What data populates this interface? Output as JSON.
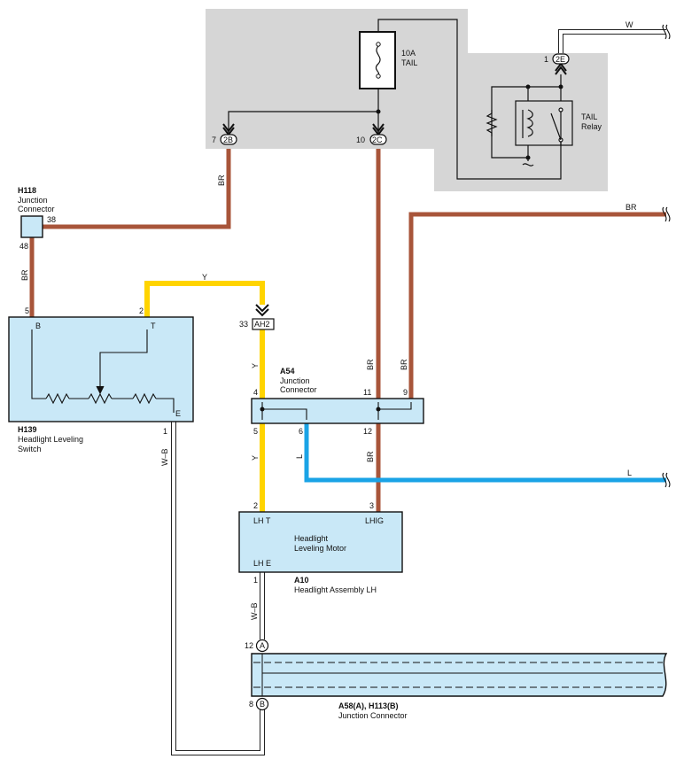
{
  "colors": {
    "brown": "#a8553a",
    "yellow": "#ffd400",
    "blue": "#1aa3e6",
    "box_fill": "#c9e8f7",
    "relay_area": "#d6d6d6",
    "white_wire": "#ffffff"
  },
  "fuse": {
    "line1": "10A",
    "line2": "TAIL"
  },
  "relay": {
    "line1": "TAIL",
    "line2": "Relay"
  },
  "connectors": {
    "c2b": {
      "pin": "7",
      "code": "2B"
    },
    "c2c": {
      "pin": "10",
      "code": "2C"
    },
    "c2e": {
      "pin": "1",
      "code": "2E"
    },
    "ah2": {
      "pin": "33",
      "code": "AH2"
    }
  },
  "h118": {
    "id": "H118",
    "line1": "Junction",
    "line2": "Connector",
    "pin_top": "38",
    "pin_bottom": "48"
  },
  "h139": {
    "id": "H139",
    "line1": "Headlight Leveling",
    "line2": "Switch",
    "pin_b_num": "5",
    "pin_b": "B",
    "pin_t_num": "2",
    "pin_t": "T",
    "pin_e": "E",
    "pin_e_num": "1"
  },
  "a54": {
    "id": "A54",
    "line1": "Junction",
    "line2": "Connector",
    "pin4": "4",
    "pin11": "11",
    "pin9": "9",
    "pin5": "5",
    "pin6": "6",
    "pin12": "12"
  },
  "a10": {
    "id": "A10",
    "desc": "Headlight Assembly LH",
    "title1": "Headlight",
    "title2": "Leveling Motor",
    "pin_lht_num": "2",
    "pin_lht": "LH T",
    "pin_lhig_num": "3",
    "pin_lhig": "LHIG",
    "pin_lhe": "LH E",
    "pin_lhe_num": "1"
  },
  "junction": {
    "id": "A58(A), H113(B)",
    "desc": "Junction Connector",
    "pin_a_num": "12",
    "pin_a": "A",
    "pin_b_num": "8",
    "pin_b": "B"
  },
  "wires": {
    "w_top": "W",
    "br_left": "BR",
    "br_h118": "BR",
    "y_top": "Y",
    "y_mid": "Y",
    "y_low": "Y",
    "br_11": "BR",
    "br_9": "BR",
    "br_right": "BR",
    "br_12": "BR",
    "l_6": "L",
    "l_right": "L",
    "wb_left": "W–B",
    "wb_motor": "W–B"
  }
}
